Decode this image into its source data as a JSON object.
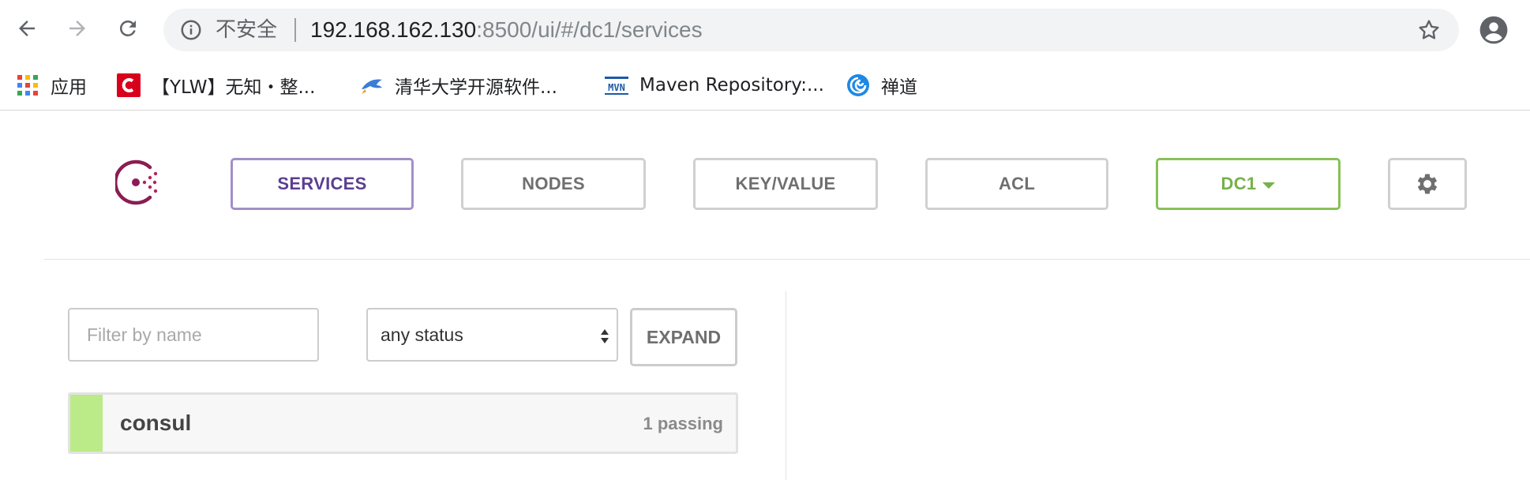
{
  "browser": {
    "security_label": "不安全",
    "url_host": "192.168.162.130",
    "url_rest": ":8500/ui/#/dc1/services",
    "bookmarks": [
      {
        "label": "应用",
        "icon": "apps-grid-icon"
      },
      {
        "label": "【YLW】无知・整...",
        "icon": "site-c-icon"
      },
      {
        "label": "清华大学开源软件...",
        "icon": "tuna-icon"
      },
      {
        "label": "Maven Repository:...",
        "icon": "mvn-icon"
      },
      {
        "label": "禅道",
        "icon": "zentao-icon"
      }
    ]
  },
  "nav": {
    "services": "SERVICES",
    "nodes": "NODES",
    "key_value": "KEY/VALUE",
    "acl": "ACL",
    "datacenter": "DC1",
    "active": "services"
  },
  "filters": {
    "name_placeholder": "Filter by name",
    "name_value": "",
    "status_value": "any status",
    "expand_label": "EXPAND"
  },
  "services": [
    {
      "name": "consul",
      "checks": "1 passing",
      "status": "passing"
    }
  ],
  "colors": {
    "accent_purple": "#5b3f91",
    "dc_green": "#76b14a",
    "passing_green": "#bbeb88"
  }
}
